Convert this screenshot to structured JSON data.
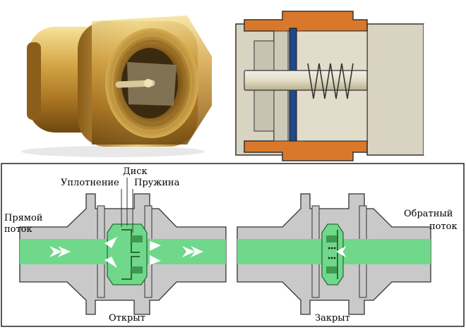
{
  "labels": {
    "disk": "Диск",
    "seal": "Уплотнение",
    "spring": "Пружина",
    "forward_flow_line1": "Прямой",
    "forward_flow_line2": "поток",
    "reverse_flow_line1": "Обратный",
    "reverse_flow_line2": "поток",
    "open": "Открыт",
    "closed": "Закрыт"
  },
  "colors": {
    "brass": "#c89a3a",
    "brass_dark": "#7a5314",
    "brass_light": "#f3d98a",
    "cutaway_body": "#d9d3c2",
    "cutaway_orange": "#d9782a",
    "cutaway_blue": "#1f4a8a",
    "pipe_gray": "#c9c9c9",
    "flow_green": "#6fd88a",
    "arrow_white": "#ffffff",
    "outline": "#333333"
  },
  "icons": {
    "photo": "brass-check-valve-photo",
    "cutaway": "check-valve-cutaway-drawing",
    "arrows": "flow-arrow-icon"
  }
}
